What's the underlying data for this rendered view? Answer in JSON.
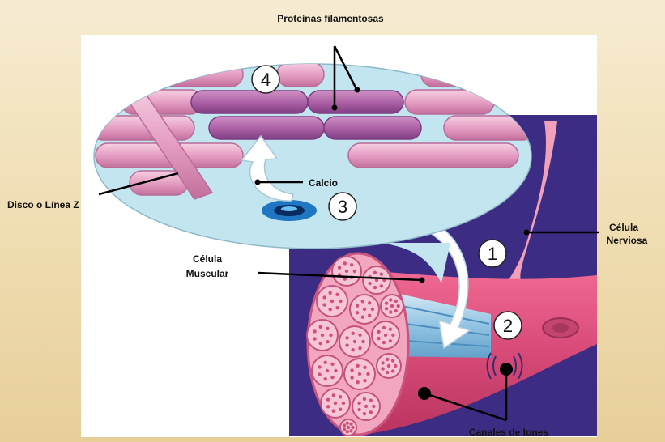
{
  "labels": {
    "proteins": "Proteínas filamentosas",
    "z_disc": "Disco o Línea Z",
    "calcium": "Calcio",
    "nerve_line1": "Célula",
    "nerve_line2": "Nerviosa",
    "muscle_line1": "Célula",
    "muscle_line2": "Muscular",
    "ion_channels": "Canales de Iones"
  },
  "steps": [
    "1",
    "2",
    "3",
    "4"
  ],
  "colors": {
    "background": "#efdcb0",
    "panel": "#ffffff",
    "dark_tissue": "#3f2f86",
    "filament": "#e9a6c7",
    "filament_dark": "#b76aa8",
    "bubble": "#bfe3ee",
    "muscle": "#d9507c",
    "arrow": "#ffffff"
  }
}
